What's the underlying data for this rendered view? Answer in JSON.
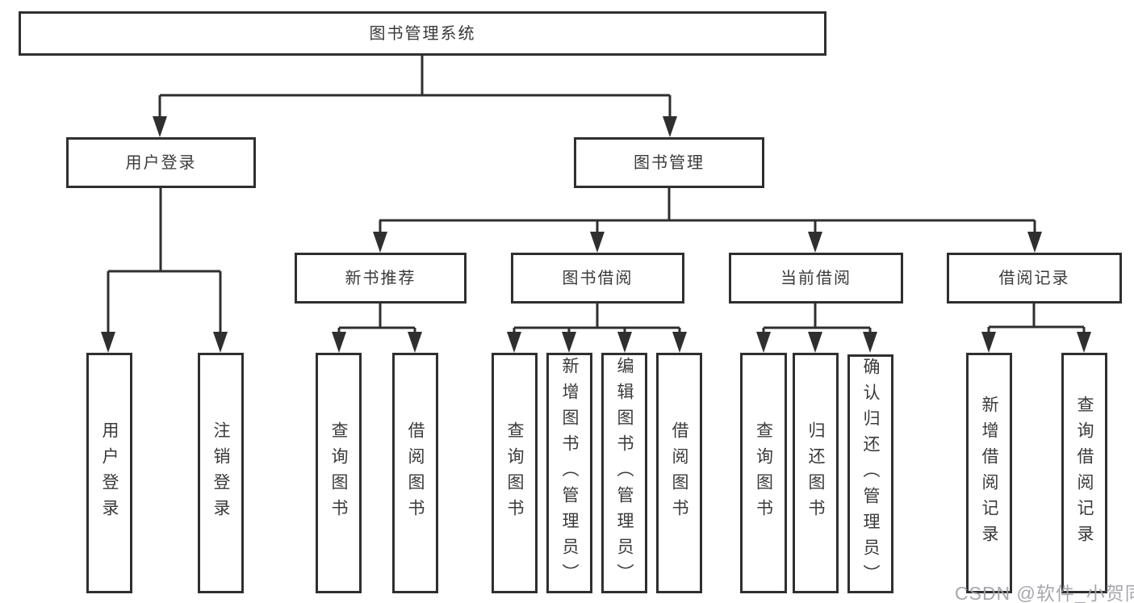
{
  "tree": {
    "root": "图书管理系统",
    "children": [
      {
        "label": "用户登录",
        "children": [
          "用户登录",
          "注销登录"
        ]
      },
      {
        "label": "图书管理",
        "children": [
          {
            "label": "新书推荐",
            "children": [
              "查询图书",
              "借阅图书"
            ]
          },
          {
            "label": "图书借阅",
            "children": [
              "查询图书",
              "新增图书（管理员）",
              "编辑图书（管理员）",
              "借阅图书"
            ]
          },
          {
            "label": "当前借阅",
            "children": [
              "查询图书",
              "归还图书",
              "确认归还（管理员）"
            ]
          },
          {
            "label": "借阅记录",
            "children": [
              "新增借阅记录",
              "查询借阅记录"
            ]
          }
        ]
      }
    ]
  },
  "watermark": {
    "text": "CSDN @软件_小贺同学"
  },
  "colors": {
    "line": "#2f2f2f",
    "text": "#3a3a3a",
    "watermark": "#9ea1a7",
    "background": "#ffffff"
  }
}
